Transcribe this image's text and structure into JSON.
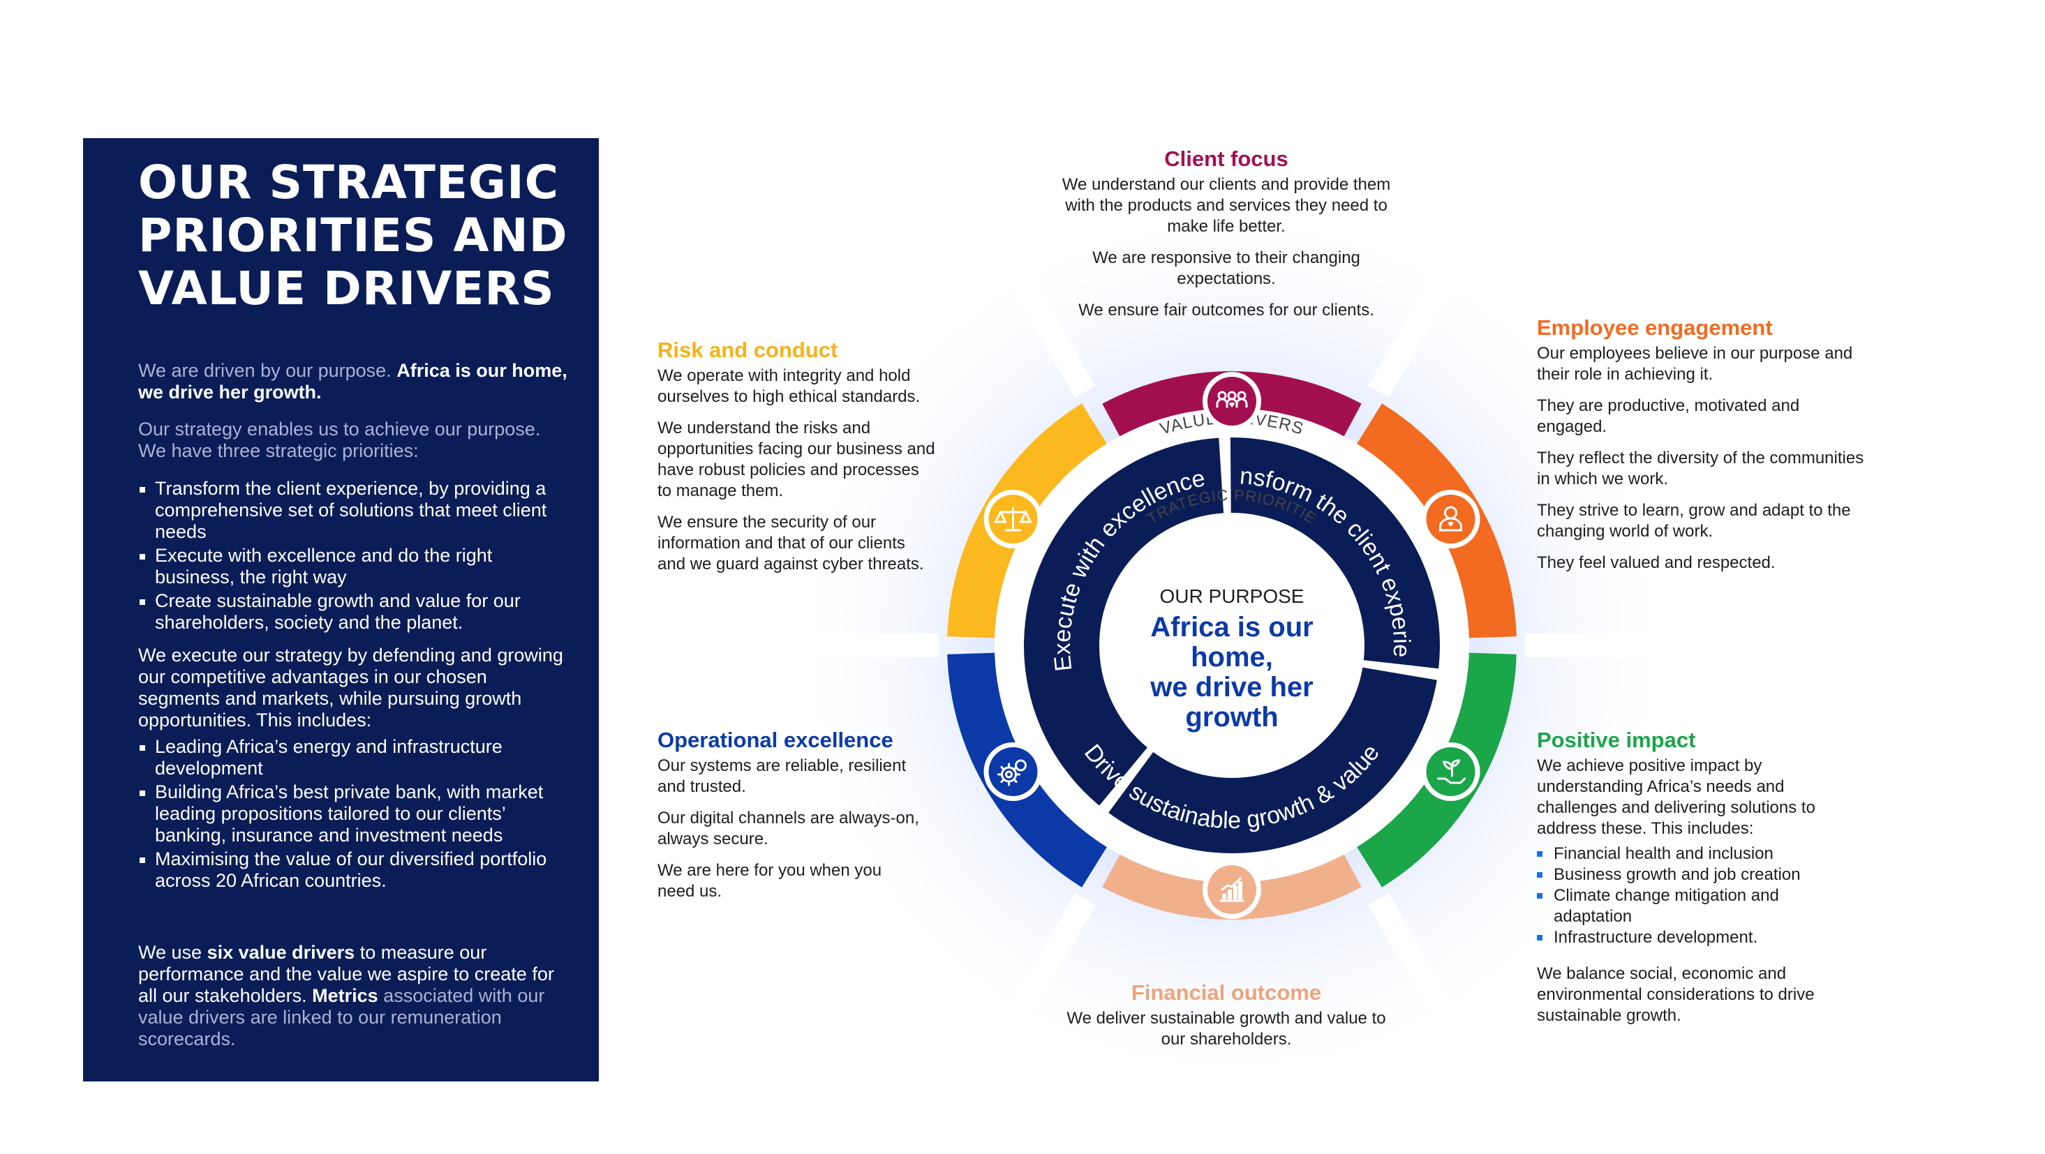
{
  "title": "OUR STRATEGIC PRIORITIES AND VALUE DRIVERS",
  "intro": {
    "line1_regular": "We are driven by our purpose.",
    "line1_bold": "Africa is our home, we drive her growth.",
    "line2": "Our strategy enables us to achieve our purpose. We have three strategic priorities:",
    "priorities": [
      "Transform the client experience, by providing a comprehensive set of solutions that meet client needs",
      "Execute with excellence and do the right business, the right way",
      "Create sustainable growth and value for our shareholders, society and the planet."
    ],
    "execute_text": "We execute our strategy by defending and growing our competitive advantages in our chosen segments and markets, while pursuing growth opportunities. This includes:",
    "growth_items": [
      "Leading Africa’s energy and infrastructure development",
      "Building Africa’s best private bank, with market leading propositions tailored to our clients’ banking, insurance and investment needs",
      "Maximising the value of our diversified portfolio across 20 African countries."
    ],
    "value_text": {
      "p1": "We use",
      "b1": "six value drivers",
      "p2": "to measure our performance and the value we aspire to create for all our stakeholders.",
      "b2": "Metrics",
      "p3": "associated with our value drivers are linked to our remuneration scorecards."
    }
  },
  "wheel": {
    "value_drivers_label": "VALUE DRIVERS",
    "strategic_priorities_label": "STRATEGIC PRIORITIES",
    "priority_arcs": [
      "Transform the client experience",
      "Execute with excellence",
      "Drive sustainable growth & value"
    ],
    "purpose_label": "OUR PURPOSE",
    "purpose_lines": [
      "Africa is our",
      "home,",
      "we drive her",
      "growth"
    ],
    "colors": {
      "navy": "#0b1d57",
      "client_focus": "#a3104f",
      "employee_engagement": "#f26b21",
      "positive_impact": "#1ba64a",
      "financial_outcome": "#f0b08c",
      "operational_excellence": "#0b3aa8",
      "risk_and_conduct": "#fbb91f",
      "purpose_text": "#0c3aa8"
    },
    "icons": [
      "client-focus-people-icon",
      "employee-person-heart-icon",
      "positive-impact-plant-hand-icon",
      "financial-bar-chart-icon",
      "operational-gears-icon",
      "risk-scales-icon"
    ]
  },
  "drivers": {
    "client_focus": {
      "title": "Client focus",
      "paragraphs": [
        "We understand our clients and provide them with the products and services they need to make life better.",
        "We are responsive to their changing expectations.",
        "We ensure fair outcomes for our clients."
      ]
    },
    "employee_engagement": {
      "title": "Employee engagement",
      "paragraphs": [
        "Our employees believe in our purpose and their role in achieving it.",
        "They are productive, motivated and engaged.",
        "They reflect the diversity of the communities in which we work.",
        "They strive to learn, grow and adapt to the changing world of work.",
        "They feel valued and respected."
      ]
    },
    "risk_and_conduct": {
      "title": "Risk and conduct",
      "paragraphs": [
        "We operate with integrity and hold ourselves to high ethical standards.",
        "We understand the risks and opportunities facing our business and have robust policies and processes to manage them.",
        "We ensure the security of our information and that of our clients and we guard against cyber threats."
      ]
    },
    "operational_excellence": {
      "title": "Operational excellence",
      "paragraphs": [
        "Our systems are reliable, resilient and trusted.",
        "Our digital channels are always-on, always secure.",
        "We are here for you when you need us."
      ]
    },
    "positive_impact": {
      "title": "Positive impact",
      "intro": "We achieve positive impact by understanding Africa’s needs and challenges and delivering solutions to address these. This includes:",
      "items": [
        "Financial health and inclusion",
        "Business growth and job creation",
        "Climate change mitigation and adaptation",
        "Infrastructure development."
      ],
      "closing": "We balance social, economic and environmental considerations to drive sustainable growth."
    },
    "financial_outcome": {
      "title": "Financial outcome",
      "paragraphs": [
        "We deliver sustainable growth and value to our shareholders."
      ]
    }
  }
}
